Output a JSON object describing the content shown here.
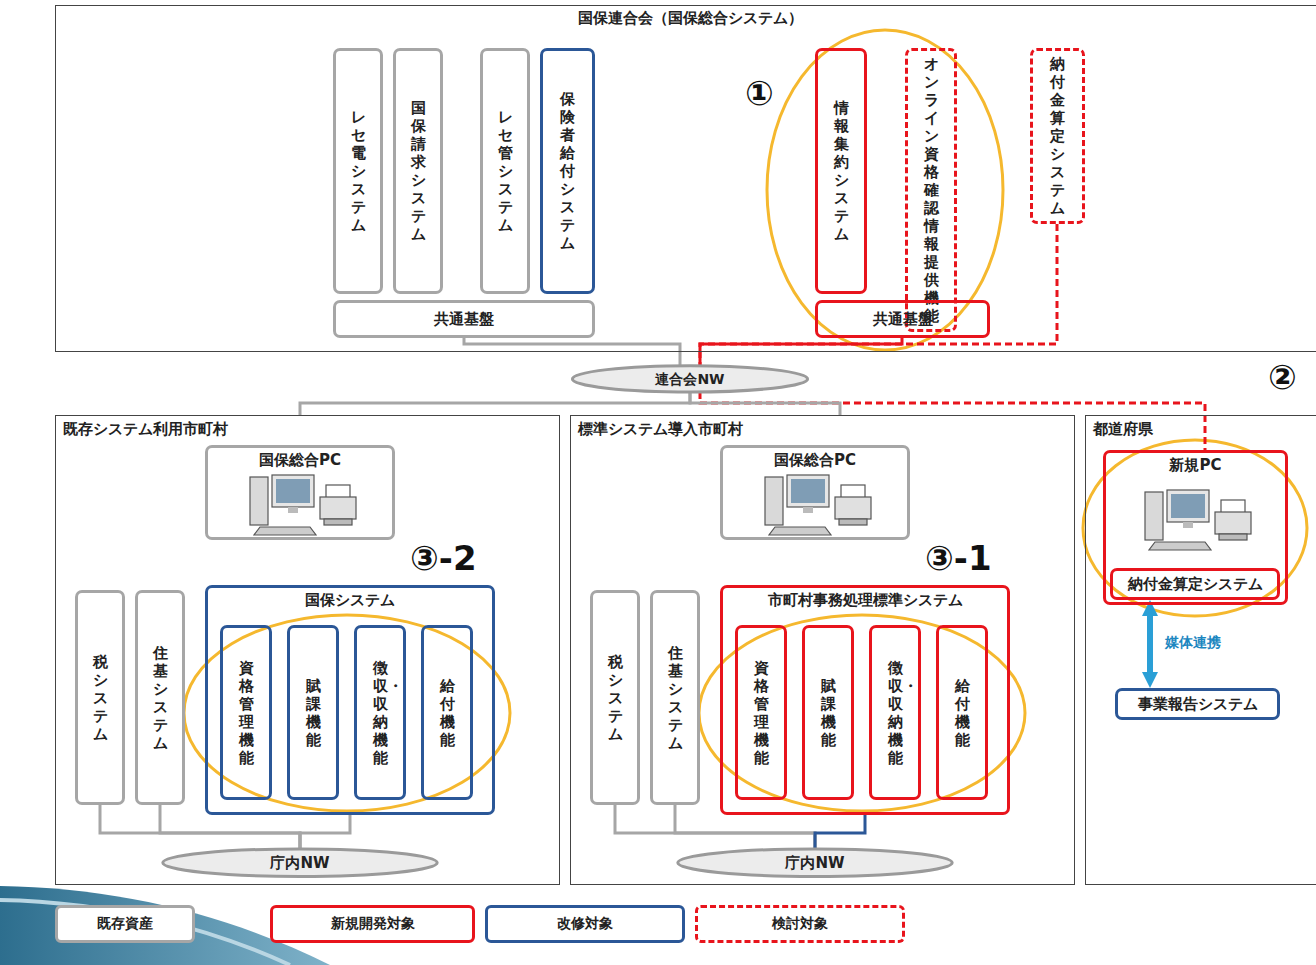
{
  "diagram": {
    "nodes": [
      {
        "text": [
          "国保連合会（国保総合システム）"
        ]
      },
      {
        "text": [
          "レセ電システム"
        ],
        "in": 0
      },
      {
        "text": [
          "国保請求システム"
        ],
        "in": 0
      },
      {
        "text": [
          "レセ管システム"
        ],
        "in": 0
      },
      {
        "text": [
          "保険者給付システム"
        ],
        "in": 0
      },
      {
        "text": [
          "共通基盤"
        ],
        "in": 0
      },
      {
        "text": [
          "情報集約システム"
        ],
        "in": 0
      },
      {
        "text": [
          "オンライン資格確認情報提供機能"
        ],
        "in": 0
      },
      {
        "text": [
          "納付金算定システム"
        ],
        "in": 0
      },
      {
        "text": [
          "共通基盤"
        ],
        "in": 0
      },
      {
        "text": [
          "連合会NW"
        ]
      },
      {
        "text": [
          "既存システム利用市町村"
        ]
      },
      {
        "text": [
          "国保総合PC"
        ],
        "in": 11
      },
      {
        "text": [
          "税システム"
        ],
        "in": 11
      },
      {
        "text": [
          "住基システム"
        ],
        "in": 11
      },
      {
        "text": [
          "国保システム"
        ],
        "in": 11
      },
      {
        "text": [
          "資格管理機能"
        ],
        "in": 15
      },
      {
        "text": [
          "賦課機能"
        ],
        "in": 15
      },
      {
        "text": [
          "徴収・収納機能"
        ],
        "in": 15
      },
      {
        "text": [
          "給付機能"
        ],
        "in": 15
      },
      {
        "text": [
          "庁内NW"
        ],
        "in": 11
      },
      {
        "text": [
          "標準システム導入市町村"
        ]
      },
      {
        "text": [
          "国保総合PC"
        ],
        "in": 21
      },
      {
        "text": [
          "税システム"
        ],
        "in": 21
      },
      {
        "text": [
          "住基システム"
        ],
        "in": 21
      },
      {
        "text": [
          "市町村事務処理標準システム"
        ],
        "in": 21
      },
      {
        "text": [
          "資格管理機能"
        ],
        "in": 25
      },
      {
        "text": [
          "賦課機能"
        ],
        "in": 25
      },
      {
        "text": [
          "徴収・収納機能"
        ],
        "in": 25
      },
      {
        "text": [
          "給付機能"
        ],
        "in": 25
      },
      {
        "text": [
          "庁内NW"
        ],
        "in": 21
      },
      {
        "text": [
          "都道府県"
        ]
      },
      {
        "text": [
          "新規PC"
        ],
        "in": 31
      },
      {
        "text": [
          "納付金算定システム"
        ],
        "in": 32
      },
      {
        "text": [
          "事業報告システム"
        ],
        "in": 31
      }
    ],
    "edges": [
      {
        "from": 8,
        "to": 10,
        "arrow": "none"
      },
      {
        "from": 5,
        "to": 10,
        "arrow": "none"
      },
      {
        "from": 9,
        "to": 10,
        "arrow": "none"
      },
      {
        "from": 10,
        "to": 32,
        "arrow": "none"
      },
      {
        "from": 10,
        "to": 11,
        "arrow": "none"
      },
      {
        "from": 10,
        "to": 21,
        "arrow": "none"
      },
      {
        "from": 13,
        "to": 20,
        "arrow": "none"
      },
      {
        "from": 14,
        "to": 20,
        "arrow": "none"
      },
      {
        "from": 15,
        "to": 20,
        "arrow": "none"
      },
      {
        "from": 23,
        "to": 30,
        "arrow": "none"
      },
      {
        "from": 24,
        "to": 30,
        "arrow": "none"
      },
      {
        "from": 25,
        "to": 30,
        "arrow": "none"
      },
      {
        "from": 33,
        "to": 34,
        "label": "媒体連携",
        "arrow": "both"
      }
    ],
    "labels": [
      "①",
      "②",
      "③-2",
      "③-1"
    ],
    "legend": [
      {
        "text": "既存資産",
        "color": "#a6a6a6"
      },
      {
        "text": "新規開発対象",
        "color": "#e8141c"
      },
      {
        "text": "改修対象",
        "color": "#2b5797"
      },
      {
        "text": "検討対象",
        "color": "#e8141c"
      }
    ]
  }
}
